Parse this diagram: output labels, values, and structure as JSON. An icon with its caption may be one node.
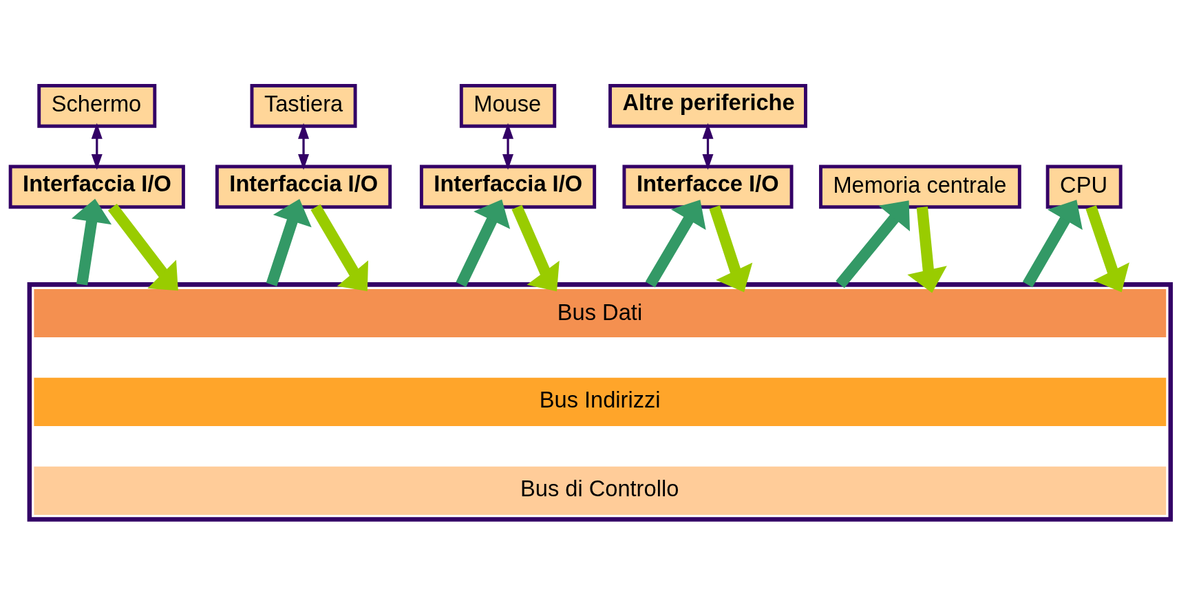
{
  "diagram": {
    "nodes": [
      {
        "text": [
          "Schermo"
        ]
      },
      {
        "text": [
          "Tastiera"
        ]
      },
      {
        "text": [
          "Mouse"
        ]
      },
      {
        "text": [
          "Altre periferiche"
        ]
      },
      {
        "text": [
          "Interfaccia I/O"
        ]
      },
      {
        "text": [
          "Interfaccia I/O"
        ]
      },
      {
        "text": [
          "Interfaccia I/O"
        ]
      },
      {
        "text": [
          "Interfacce I/O"
        ]
      },
      {
        "text": [
          "Memoria centrale"
        ]
      },
      {
        "text": [
          "CPU"
        ]
      },
      {
        "text": [],
        "shape": "box"
      },
      {
        "text": [
          "Bus Dati"
        ],
        "in": 10
      },
      {
        "text": [
          "Bus Indirizzi"
        ],
        "in": 10
      },
      {
        "text": [
          "Bus di Controllo"
        ],
        "in": 10
      }
    ],
    "edges": [
      {
        "from": 0,
        "to": 4,
        "arrow": "both",
        "color": "#330066"
      },
      {
        "from": 1,
        "to": 5,
        "arrow": "both",
        "color": "#330066"
      },
      {
        "from": 2,
        "to": 6,
        "arrow": "both",
        "color": "#330066"
      },
      {
        "from": 3,
        "to": 7,
        "arrow": "both",
        "color": "#330066"
      },
      {
        "from": 10,
        "to": 4,
        "arrow": "to",
        "color": "#339966"
      },
      {
        "from": 4,
        "to": 10,
        "arrow": "to",
        "color": "#99cc00"
      },
      {
        "from": 10,
        "to": 5,
        "arrow": "to",
        "color": "#339966"
      },
      {
        "from": 5,
        "to": 10,
        "arrow": "to",
        "color": "#99cc00"
      },
      {
        "from": 10,
        "to": 6,
        "arrow": "to",
        "color": "#339966"
      },
      {
        "from": 6,
        "to": 10,
        "arrow": "to",
        "color": "#99cc00"
      },
      {
        "from": 10,
        "to": 7,
        "arrow": "to",
        "color": "#339966"
      },
      {
        "from": 7,
        "to": 10,
        "arrow": "to",
        "color": "#99cc00"
      },
      {
        "from": 10,
        "to": 8,
        "arrow": "to",
        "color": "#339966"
      },
      {
        "from": 8,
        "to": 10,
        "arrow": "to",
        "color": "#99cc00"
      },
      {
        "from": 10,
        "to": 9,
        "arrow": "to",
        "color": "#339966"
      },
      {
        "from": 9,
        "to": 10,
        "arrow": "to",
        "color": "#99cc00"
      }
    ]
  }
}
